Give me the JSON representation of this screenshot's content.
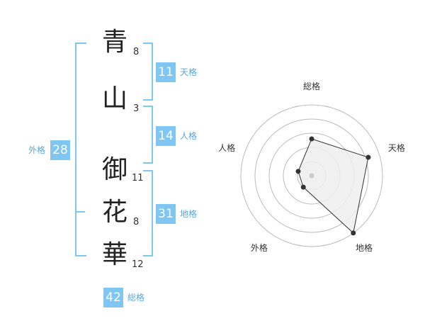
{
  "name": {
    "chars": [
      {
        "char": "青",
        "strokes": "8"
      },
      {
        "char": "山",
        "strokes": "3"
      },
      {
        "char": "御",
        "strokes": "11"
      },
      {
        "char": "花",
        "strokes": "8"
      },
      {
        "char": "華",
        "strokes": "12"
      }
    ]
  },
  "fortunes": {
    "tenkaku": {
      "value": "11",
      "label": "天格"
    },
    "jinkaku": {
      "value": "14",
      "label": "人格"
    },
    "chikaku": {
      "value": "31",
      "label": "地格"
    },
    "gaikaku": {
      "value": "28",
      "label": "外格"
    },
    "soukaku": {
      "value": "42",
      "label": "総格"
    }
  },
  "chart_data": {
    "type": "radar",
    "axes": [
      "総格",
      "天格",
      "地格",
      "外格",
      "人格"
    ],
    "values": [
      2.6,
      4.2,
      5.0,
      1.0,
      1.0
    ],
    "max": 5,
    "colors": {
      "line": "#333333",
      "fill": "#eeeeee",
      "grid": "#bbbbbb",
      "center": "#cccccc"
    }
  }
}
